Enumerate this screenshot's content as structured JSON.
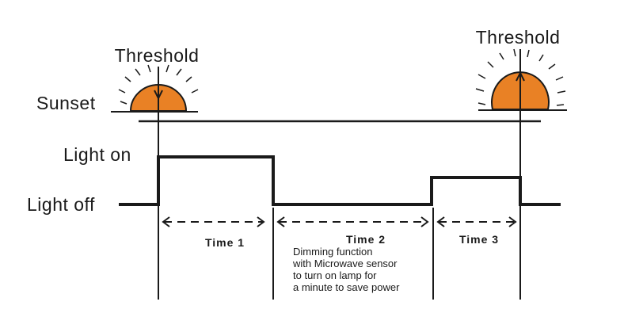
{
  "labels": {
    "threshold_left": "Threshold",
    "threshold_right": "Threshold",
    "sunset": "Sunset",
    "light_on": "Light on",
    "light_off": "Light off"
  },
  "periods": {
    "time1": "Time 1",
    "time2": "Time 2",
    "time3": "Time 3"
  },
  "note": {
    "line1": "Dimming function",
    "line2": "with Microwave sensor",
    "line3": "to turn on lamp for",
    "line4": "a minute to save power"
  },
  "colors": {
    "sun": "#E98125",
    "line": "#1a1a1a"
  }
}
